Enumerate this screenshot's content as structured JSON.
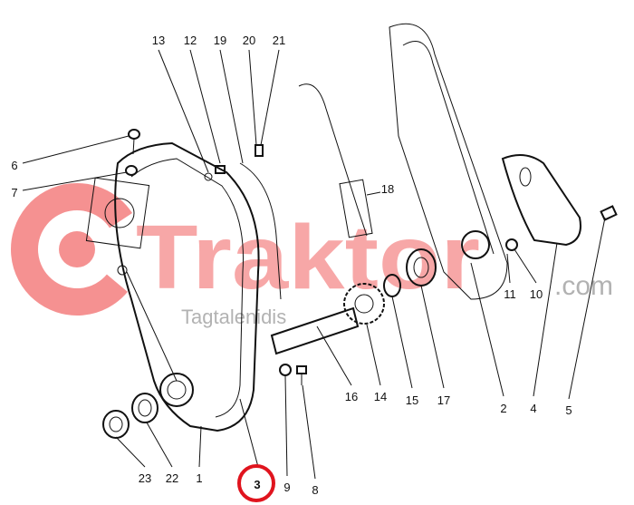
{
  "watermark": {
    "brand": "Traktor",
    "suffix": ".com",
    "subtitle": "Tagtalenidis",
    "color": "#f26d6d"
  },
  "highlight": {
    "label": "3",
    "color": "#e0141e"
  },
  "labels": {
    "l13": "13",
    "l12": "12",
    "l19": "19",
    "l20": "20",
    "l21": "21",
    "l6": "6",
    "l7": "7",
    "l18": "18",
    "l11": "11",
    "l10": "10",
    "l2": "2",
    "l4": "4",
    "l5": "5",
    "l16": "16",
    "l14": "14",
    "l15": "15",
    "l17": "17",
    "l23": "23",
    "l22": "22",
    "l1": "1",
    "l3": "3",
    "l9": "9",
    "l8": "8"
  }
}
